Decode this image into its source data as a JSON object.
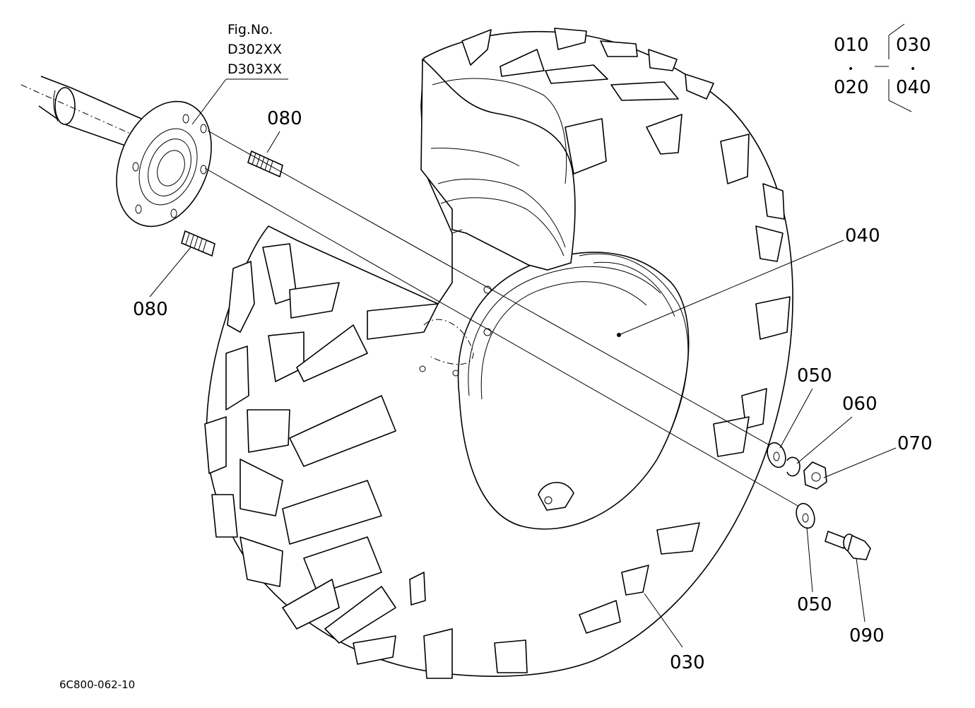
{
  "figure": {
    "fig_no_label": "Fig.No.",
    "fig_numbers": [
      "D302XX",
      "D303XX"
    ],
    "drawing_code": "6C800-062-10"
  },
  "key": {
    "left_top": "010",
    "left_bottom": "020",
    "right_top": "030",
    "right_bottom": "040",
    "separator": "•"
  },
  "callouts": {
    "stud_upper": "080",
    "stud_lower": "080",
    "wheel_rim": "040",
    "washer_upper": "050",
    "spring_washer": "060",
    "nut": "070",
    "washer_lower": "050",
    "valve": "090",
    "tire": "030"
  }
}
